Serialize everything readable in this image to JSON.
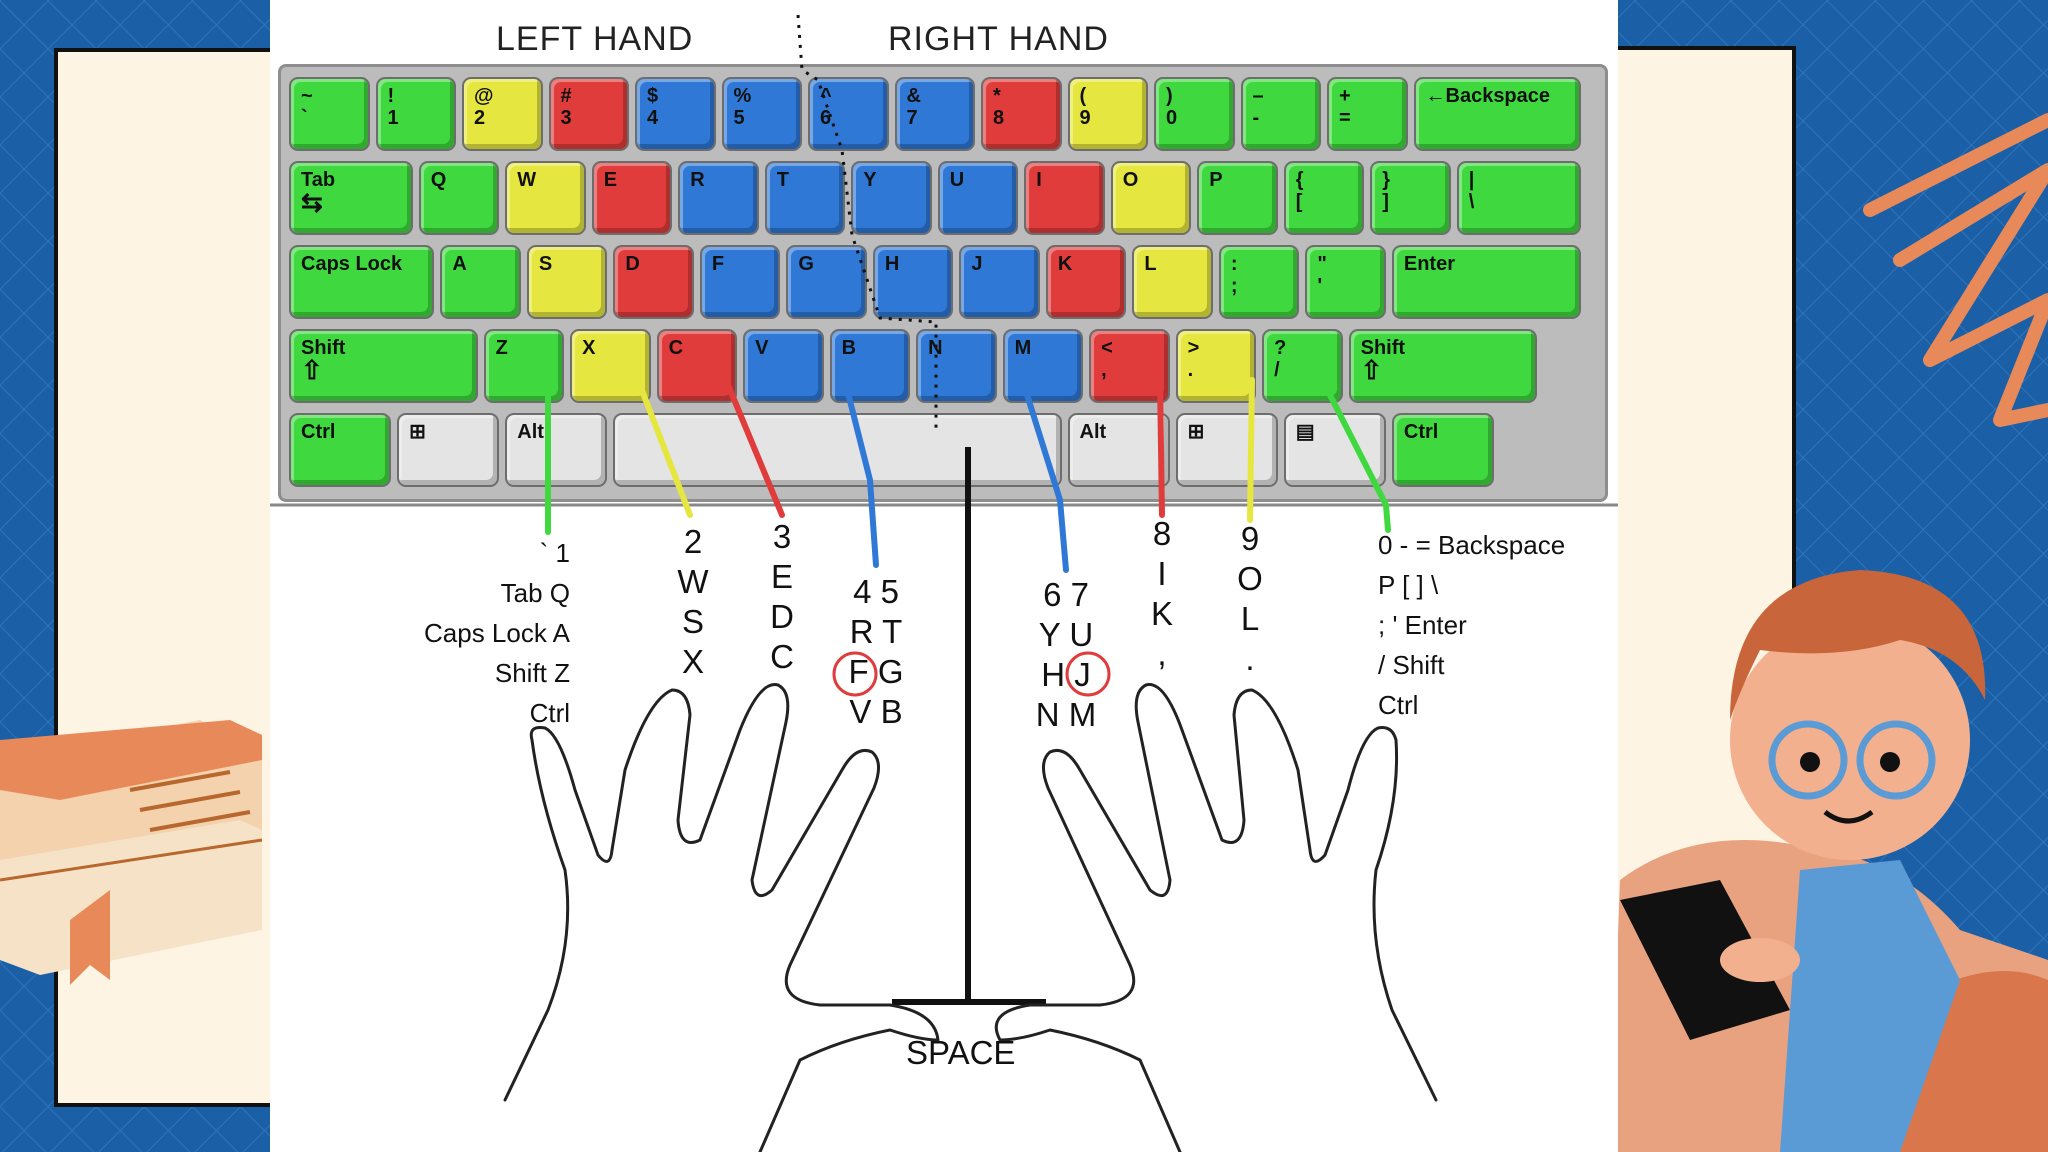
{
  "colors": {
    "green": "#3fd93f",
    "yellow": "#e6e640",
    "red": "#e03c3c",
    "blue": "#2f78d6",
    "gray": "#e4e4e4",
    "background": "#1b5fa6",
    "note_card": "#fdf4e4",
    "accent_orange": "#e8895a"
  },
  "headers": {
    "left": "LEFT HAND",
    "right": "RIGHT HAND"
  },
  "keyboard": {
    "rows": [
      [
        {
          "top": "~",
          "bottom": "`",
          "color": "green",
          "w": 1
        },
        {
          "top": "!",
          "bottom": "1",
          "color": "green",
          "w": 1
        },
        {
          "top": "@",
          "bottom": "2",
          "color": "yellow",
          "w": 1
        },
        {
          "top": "#",
          "bottom": "3",
          "color": "red",
          "w": 1
        },
        {
          "top": "$",
          "bottom": "4",
          "color": "blue",
          "w": 1
        },
        {
          "top": "%",
          "bottom": "5",
          "color": "blue",
          "w": 1
        },
        {
          "top": "^",
          "bottom": "6",
          "color": "blue",
          "w": 1
        },
        {
          "top": "&",
          "bottom": "7",
          "color": "blue",
          "w": 1
        },
        {
          "top": "*",
          "bottom": "8",
          "color": "red",
          "w": 1
        },
        {
          "top": "(",
          "bottom": "9",
          "color": "yellow",
          "w": 1
        },
        {
          "top": ")",
          "bottom": "0",
          "color": "green",
          "w": 1
        },
        {
          "top": "–",
          "bottom": "-",
          "color": "green",
          "w": 1
        },
        {
          "top": "+",
          "bottom": "=",
          "color": "green",
          "w": 1
        },
        {
          "top": "←Backspace",
          "bottom": "",
          "color": "green",
          "w": 2
        }
      ],
      [
        {
          "top": "Tab",
          "bottom": "⇆",
          "color": "green",
          "w": 1.5
        },
        {
          "top": "Q",
          "bottom": "",
          "color": "green",
          "w": 1
        },
        {
          "top": "W",
          "bottom": "",
          "color": "yellow",
          "w": 1
        },
        {
          "top": "E",
          "bottom": "",
          "color": "red",
          "w": 1
        },
        {
          "top": "R",
          "bottom": "",
          "color": "blue",
          "w": 1
        },
        {
          "top": "T",
          "bottom": "",
          "color": "blue",
          "w": 1
        },
        {
          "top": "Y",
          "bottom": "",
          "color": "blue",
          "w": 1
        },
        {
          "top": "U",
          "bottom": "",
          "color": "blue",
          "w": 1
        },
        {
          "top": "I",
          "bottom": "",
          "color": "red",
          "w": 1
        },
        {
          "top": "O",
          "bottom": "",
          "color": "yellow",
          "w": 1
        },
        {
          "top": "P",
          "bottom": "",
          "color": "green",
          "w": 1
        },
        {
          "top": "{",
          "bottom": "[",
          "color": "green",
          "w": 1
        },
        {
          "top": "}",
          "bottom": "]",
          "color": "green",
          "w": 1
        },
        {
          "top": "|",
          "bottom": "\\",
          "color": "green",
          "w": 1.5
        }
      ],
      [
        {
          "top": "Caps Lock",
          "bottom": "",
          "color": "green",
          "w": 1.75
        },
        {
          "top": "A",
          "bottom": "",
          "color": "green",
          "w": 1
        },
        {
          "top": "S",
          "bottom": "",
          "color": "yellow",
          "w": 1
        },
        {
          "top": "D",
          "bottom": "",
          "color": "red",
          "w": 1
        },
        {
          "top": "F",
          "bottom": "",
          "color": "blue",
          "w": 1
        },
        {
          "top": "G",
          "bottom": "",
          "color": "blue",
          "w": 1
        },
        {
          "top": "H",
          "bottom": "",
          "color": "blue",
          "w": 1
        },
        {
          "top": "J",
          "bottom": "",
          "color": "blue",
          "w": 1
        },
        {
          "top": "K",
          "bottom": "",
          "color": "red",
          "w": 1
        },
        {
          "top": "L",
          "bottom": "",
          "color": "yellow",
          "w": 1
        },
        {
          "top": ":",
          "bottom": ";",
          "color": "green",
          "w": 1
        },
        {
          "top": "\"",
          "bottom": "'",
          "color": "green",
          "w": 1
        },
        {
          "top": "Enter",
          "bottom": "",
          "color": "green",
          "w": 2.25
        }
      ],
      [
        {
          "top": "Shift",
          "bottom": "⇧",
          "color": "green",
          "w": 2.25
        },
        {
          "top": "Z",
          "bottom": "",
          "color": "green",
          "w": 1
        },
        {
          "top": "X",
          "bottom": "",
          "color": "yellow",
          "w": 1
        },
        {
          "top": "C",
          "bottom": "",
          "color": "red",
          "w": 1
        },
        {
          "top": "V",
          "bottom": "",
          "color": "blue",
          "w": 1
        },
        {
          "top": "B",
          "bottom": "",
          "color": "blue",
          "w": 1
        },
        {
          "top": "N",
          "bottom": "",
          "color": "blue",
          "w": 1
        },
        {
          "top": "M",
          "bottom": "",
          "color": "blue",
          "w": 1
        },
        {
          "top": "<",
          "bottom": ",",
          "color": "red",
          "w": 1
        },
        {
          "top": ">",
          "bottom": ".",
          "color": "yellow",
          "w": 1
        },
        {
          "top": "?",
          "bottom": "/",
          "color": "green",
          "w": 1
        },
        {
          "top": "Shift",
          "bottom": "⇧",
          "color": "green",
          "w": 2.25
        }
      ],
      [
        {
          "top": "Ctrl",
          "bottom": "",
          "color": "green",
          "w": 1.25
        },
        {
          "top": "⊞",
          "bottom": "",
          "color": "gray",
          "w": 1.25
        },
        {
          "top": "Alt",
          "bottom": "",
          "color": "gray",
          "w": 1.25
        },
        {
          "top": "",
          "bottom": "",
          "color": "gray",
          "w": 5.25
        },
        {
          "top": "Alt",
          "bottom": "",
          "color": "gray",
          "w": 1.25
        },
        {
          "top": "⊞",
          "bottom": "",
          "color": "gray",
          "w": 1.25
        },
        {
          "top": "▤",
          "bottom": "",
          "color": "gray",
          "w": 1.25
        },
        {
          "top": "Ctrl",
          "bottom": "",
          "color": "green",
          "w": 1.25
        }
      ]
    ]
  },
  "fingers": {
    "left_pinky": {
      "lines": [
        "` 1",
        "Tab Q",
        "Caps Lock A",
        "Shift Z",
        "Ctrl"
      ]
    },
    "left_ring": {
      "lines": [
        "2",
        "W",
        "S",
        "X"
      ]
    },
    "left_middle": {
      "lines": [
        "3",
        "E",
        "D",
        "C"
      ]
    },
    "left_index": {
      "lines": [
        "4 5",
        "R T",
        "F G",
        "V B"
      ]
    },
    "right_index": {
      "lines": [
        "6 7",
        "Y U",
        "H J",
        "N M"
      ]
    },
    "right_middle": {
      "lines": [
        "8",
        "I",
        "K",
        ","
      ]
    },
    "right_ring": {
      "lines": [
        "9",
        "O",
        "L",
        "."
      ]
    },
    "right_pinky": {
      "lines": [
        "0 - = Backspace",
        "P [ ] \\",
        "; ' Enter",
        "/ Shift",
        "Ctrl"
      ]
    }
  },
  "space_label": "SPACE"
}
